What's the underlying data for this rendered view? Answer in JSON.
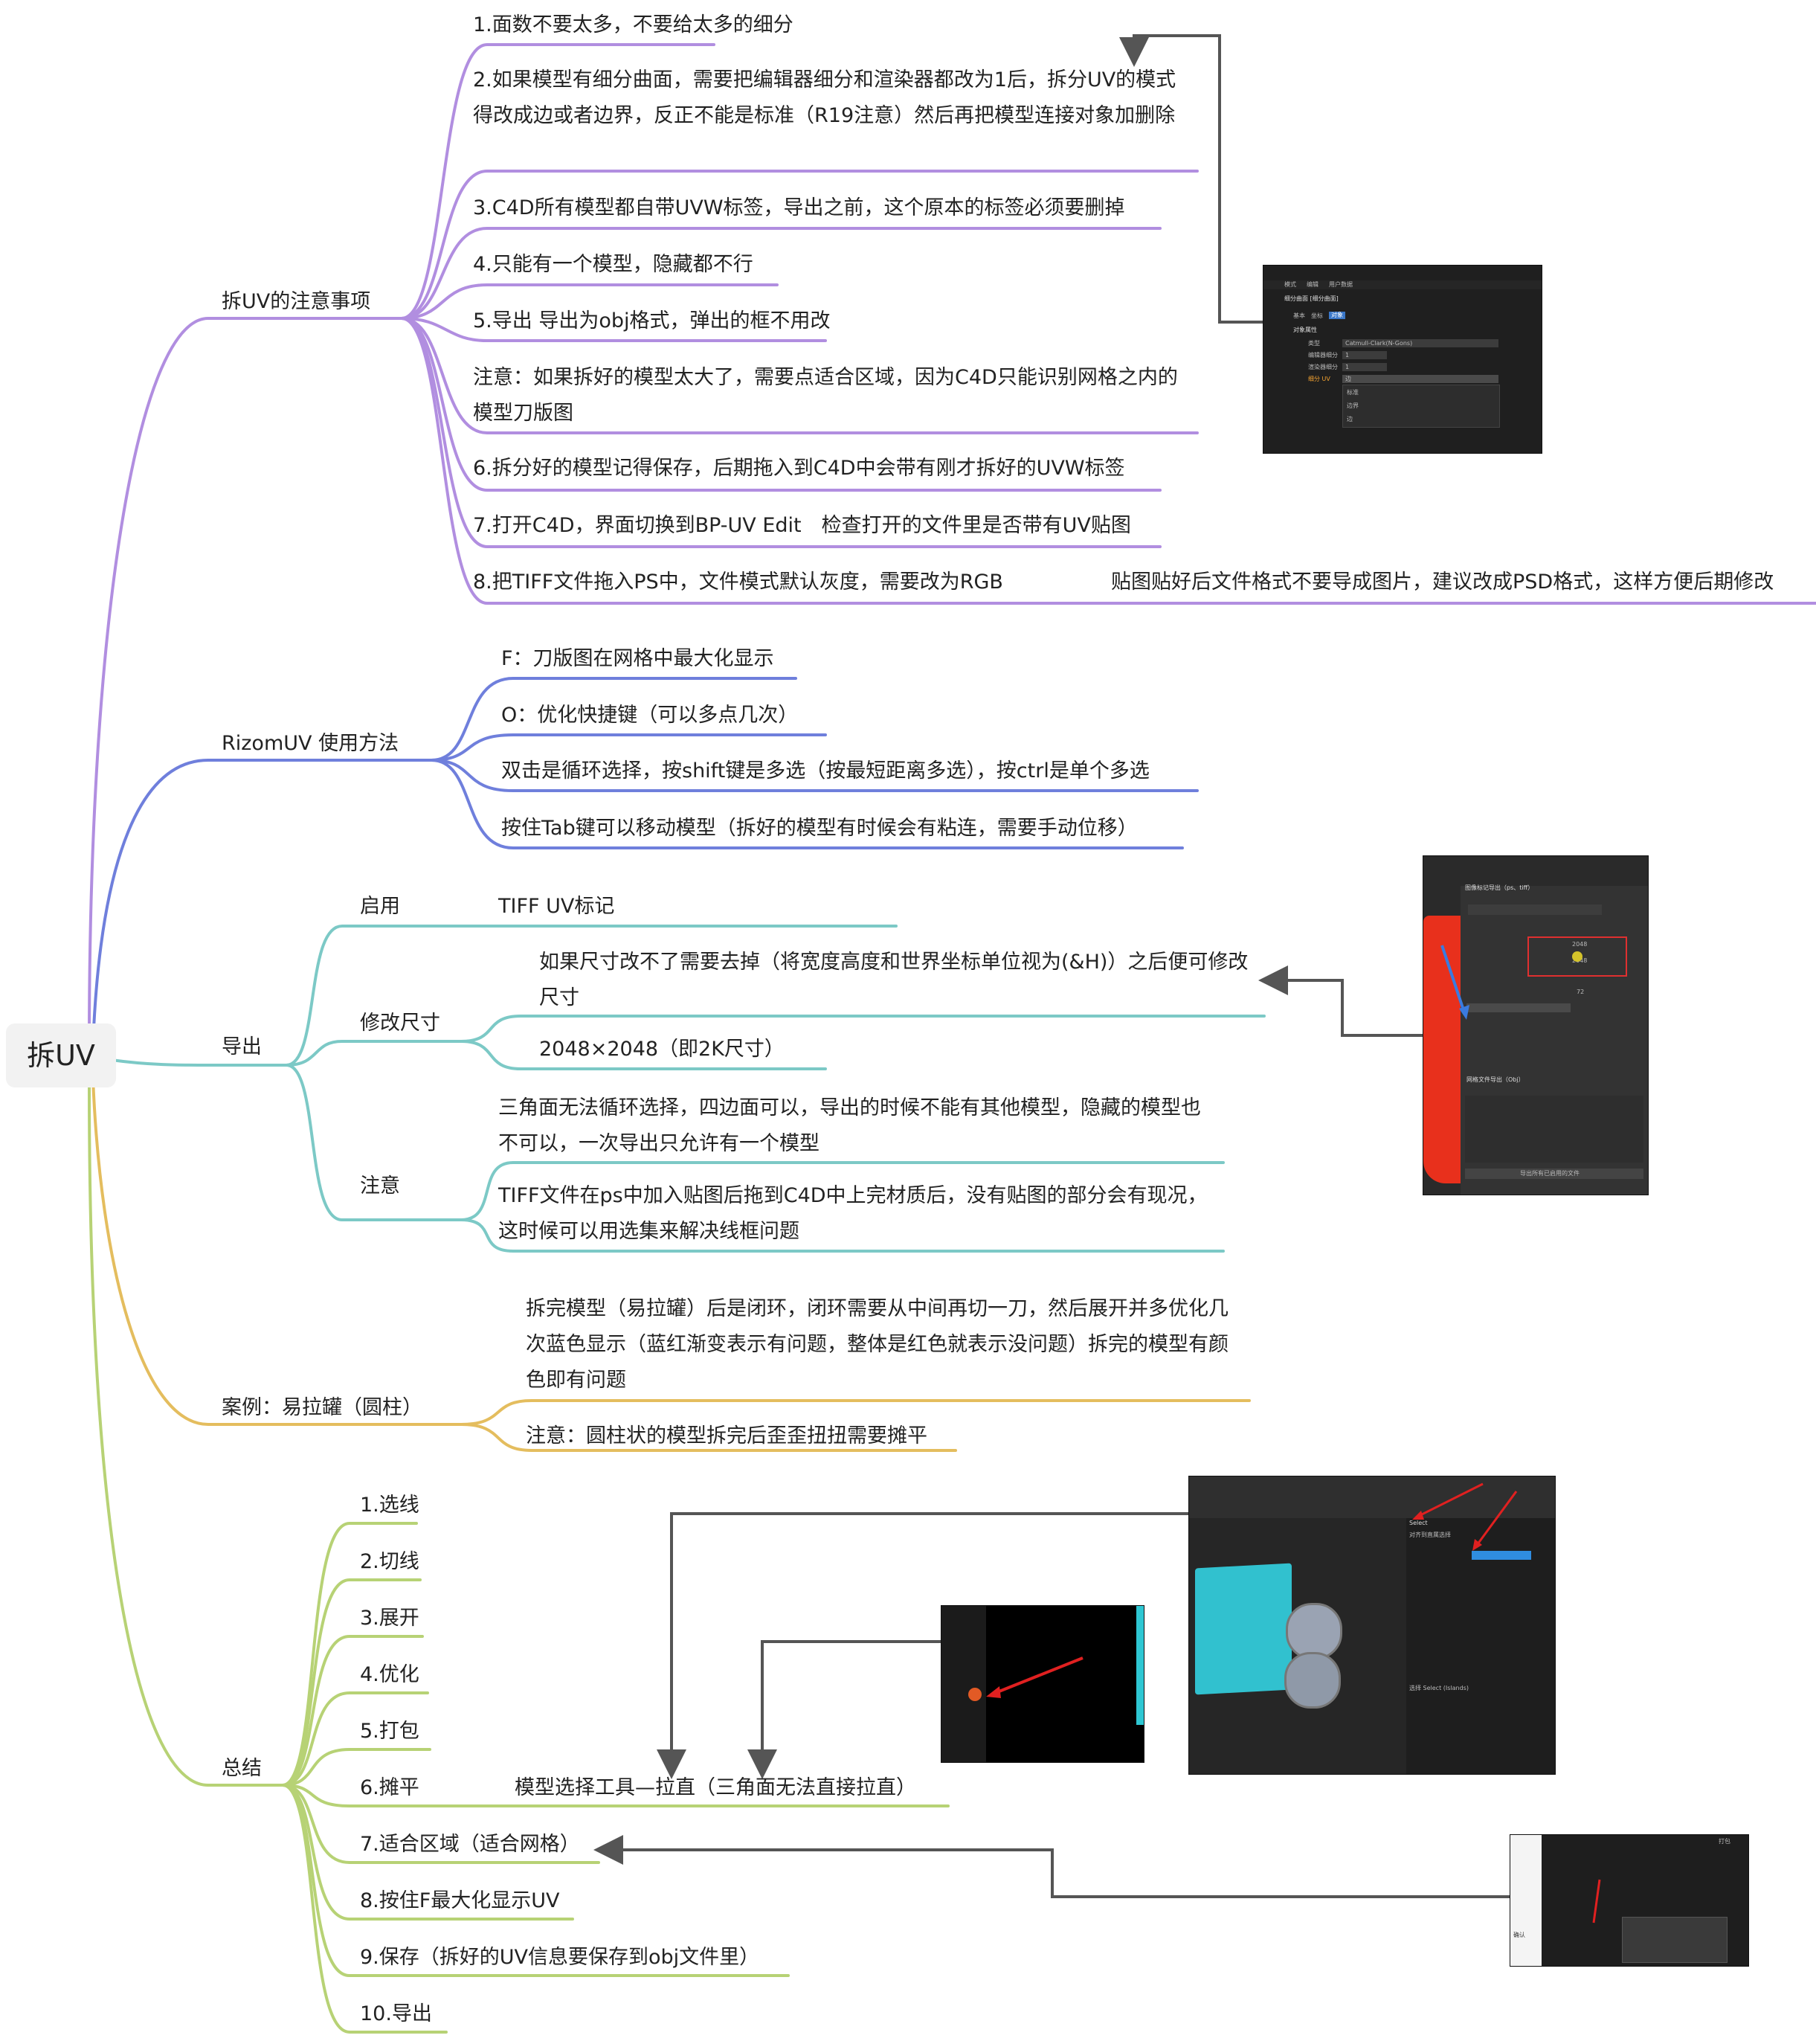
{
  "root": "拆UV",
  "colors": {
    "purple": "#b18ee0",
    "blue": "#6f7fdc",
    "teal": "#7cc9c6",
    "gold": "#e4bd5e",
    "green": "#b7d275",
    "arrow": "#555555"
  },
  "branches": {
    "notes": {
      "label": "拆UV的注意事项",
      "items": [
        "1.面数不要太多，不要给太多的细分",
        "2.如果模型有细分曲面，需要把编辑器细分和渲染器都改为1后，拆分UV的模式得改成边或者边界，反正不能是标准（R19注意）然后再把模型连接对象加删除",
        "3.C4D所有模型都自带UVW标签，导出之前，这个原本的标签必须要删掉",
        "4.只能有一个模型，隐藏都不行",
        "5.导出 导出为obj格式，弹出的框不用改",
        "注意：如果拆好的模型太大了，需要点适合区域，因为C4D只能识别网格之内的模型刀版图",
        "6.拆分好的模型记得保存，后期拖入到C4D中会带有刚才拆好的UVW标签",
        "7.打开C4D，界面切换到BP-UV Edit　检查打开的文件里是否带有UV贴图",
        "8.把TIFF文件拖入PS中，文件模式默认灰度，需要改为RGB"
      ],
      "item8_extra": "贴图贴好后文件格式不要导成图片，建议改成PSD格式，这样方便后期修改"
    },
    "rizom": {
      "label": "RizomUV 使用方法",
      "items": [
        "F：刀版图在网格中最大化显示",
        "O：优化快捷键（可以多点几次）",
        "双击是循环选择，按shift键是多选（按最短距离多选），按ctrl是单个多选",
        "按住Tab键可以移动模型（拆好的模型有时候会有粘连，需要手动位移）"
      ]
    },
    "export": {
      "label": "导出",
      "enable": {
        "label": "启用",
        "value": "TIFF UV标记"
      },
      "resize": {
        "label": "修改尺寸",
        "items": [
          "如果尺寸改不了需要去掉（将宽度高度和世界坐标单位视为(&H)）之后便可修改尺寸",
          "2048×2048（即2K尺寸）"
        ]
      },
      "note": {
        "label": "注意",
        "items": [
          "三角面无法循环选择，四边面可以，导出的时候不能有其他模型，隐藏的模型也不可以，一次导出只允许有一个模型",
          "TIFF文件在ps中加入贴图后拖到C4D中上完材质后，没有贴图的部分会有现况，这时候可以用选集来解决线框问题"
        ]
      }
    },
    "case": {
      "label": "案例：易拉罐（圆柱）",
      "items": [
        "拆完模型（易拉罐）后是闭环，闭环需要从中间再切一刀，然后展开并多优化几次蓝色显示（蓝红渐变表示有问题，整体是红色就表示没问题）拆完的模型有颜色即有问题",
        "注意：圆柱状的模型拆完后歪歪扭扭需要摊平"
      ]
    },
    "summary": {
      "label": "总结",
      "items": [
        "1.选线",
        "2.切线",
        "3.展开",
        "4.优化",
        "5.打包",
        "6.摊平",
        "7.适合区域（适合网格）",
        "8.按住F最大化显示UV",
        "9.保存（拆好的UV信息要保存到obj文件里）",
        "10.导出"
      ],
      "flatten_tool": "模型选择工具—拉直（三角面无法直接拉直）"
    }
  },
  "screenshots": {
    "c4d_subdiv": {
      "tabs": [
        "模式",
        "编辑",
        "用户数据"
      ],
      "title": "细分曲面 [细分曲面]",
      "tab_row": [
        "基本",
        "坐标",
        "对象"
      ],
      "section": "对象属性",
      "rows": [
        "类型",
        "编辑器细分",
        "渲染器细分",
        "细分 UV"
      ],
      "values": [
        "Catmull-Clark(N-Gons)",
        "1",
        "1",
        "边"
      ],
      "options": [
        "标准",
        "边界",
        "边"
      ]
    },
    "export_dialog": {
      "header": "图像标记导出（ps、tiff）",
      "size_w": "2048",
      "size_h": "2048",
      "ppi": "72",
      "btn": "导出所有已启用的文件",
      "section2": "网格文件导出（Obj）"
    },
    "rizom_select": {
      "panel": "Select",
      "tool": "对齐到直属选择",
      "group": "选择 Select (Islands)"
    },
    "rizom_pack": {
      "panel": "打包",
      "btn": "确认"
    }
  }
}
